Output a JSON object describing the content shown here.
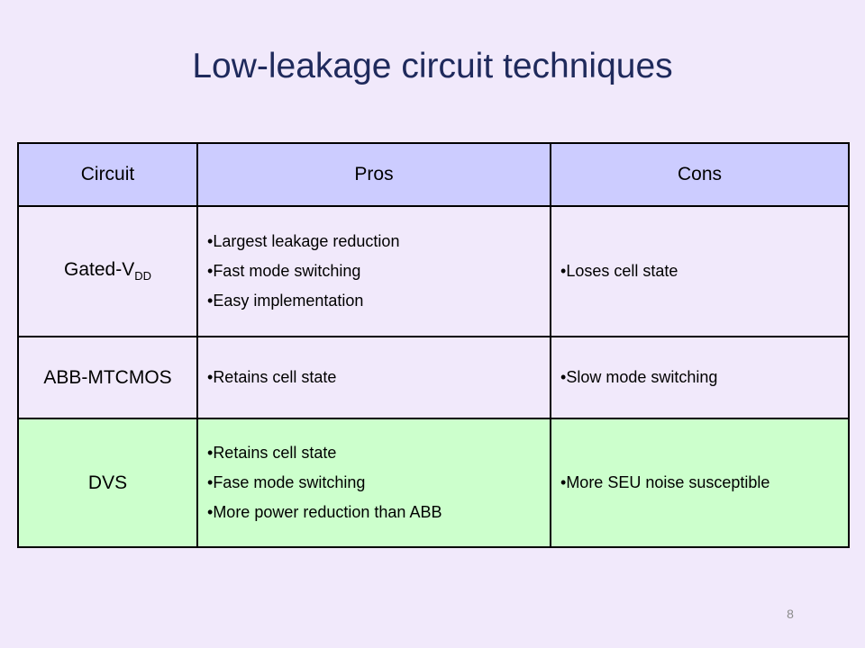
{
  "slide": {
    "title": "Low-leakage circuit techniques",
    "page_number": "8"
  },
  "table": {
    "headers": [
      "Circuit",
      "Pros",
      "Cons"
    ],
    "rows": [
      {
        "circuit": "Gated-V",
        "circuit_sub": "DD",
        "pros": [
          "Largest leakage reduction",
          "Fast mode switching",
          "Easy implementation"
        ],
        "cons": [
          "Loses cell state"
        ]
      },
      {
        "circuit": "ABB-MTCMOS",
        "circuit_sub": "",
        "pros": [
          "Retains cell state"
        ],
        "cons": [
          "Slow mode switching"
        ]
      },
      {
        "circuit": "DVS",
        "circuit_sub": "",
        "pros": [
          "Retains cell state",
          "Fase mode switching",
          "More power reduction than ABB"
        ],
        "cons": [
          "More SEU noise susceptible"
        ]
      }
    ]
  },
  "colors": {
    "background": "#f1e9fb",
    "header_fill": "#ccccff",
    "highlight_row_fill": "#ccffcc",
    "title_color": "#1f2a5c"
  }
}
